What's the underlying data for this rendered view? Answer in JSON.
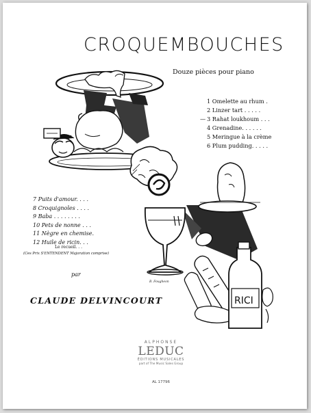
{
  "cover": {
    "title": "CROQUEMBOUCHES",
    "subtitle": "Douze pièces pour piano",
    "list_right": [
      {
        "label": "1 Omelette au rhum .",
        "marked": false
      },
      {
        "label": "2 Linzer tart . . . . .",
        "marked": false
      },
      {
        "label": "3 Rahat loukhoum . . .",
        "marked": true
      },
      {
        "label": "4 Grenadine. . . . . .",
        "marked": false
      },
      {
        "label": "5 Meringue à la crème",
        "marked": false
      },
      {
        "label": "6 Plum pudding. . . . .",
        "marked": false
      }
    ],
    "list_left": [
      {
        "label": "7 Puits d'amour. . . ."
      },
      {
        "label": "8 Croquignoles . . . ."
      },
      {
        "label": "9 Baba . . . . . . . ."
      },
      {
        "label": "10 Pets de nonne . . ."
      },
      {
        "label": "11 Nègre en chemise."
      },
      {
        "label": "12 Huile de ricin. . ."
      }
    ],
    "recueil_note": "Le recueil. . .",
    "footnote": "(Ces Prix S'ENTENDENT Majoration comprise)",
    "par": "par",
    "composer": "CLAUDE DELVINCOURT",
    "signature": "B. Fougheon",
    "bottle_label": "RICI"
  },
  "publisher": {
    "top": "ALPHONSE",
    "name": "LEDUC",
    "sub": "ÉDITIONS MUSICALES",
    "group": "part of The Music Sales Group",
    "catalog": "AL 17796"
  }
}
